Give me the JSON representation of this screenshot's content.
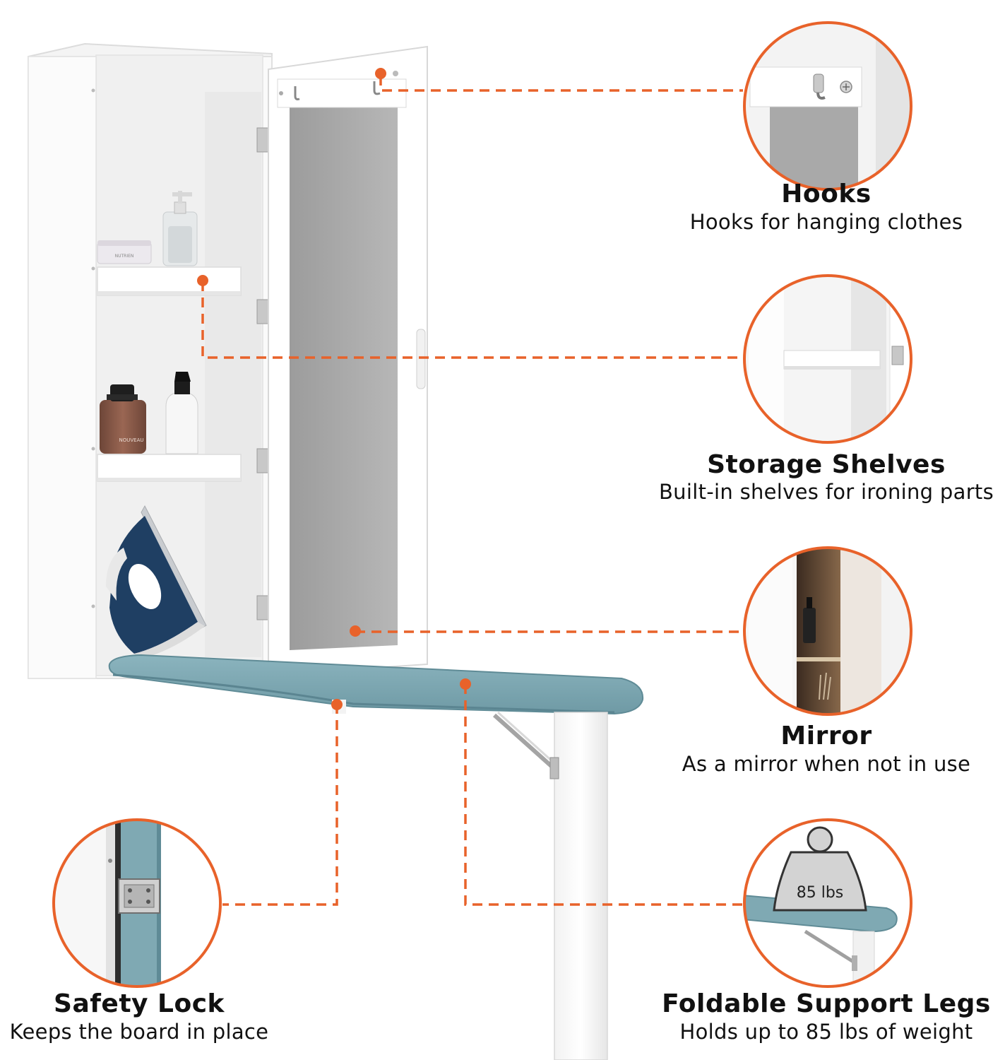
{
  "features": [
    {
      "id": "hooks",
      "title": "Hooks",
      "desc": "Hooks for hanging clothes"
    },
    {
      "id": "storage",
      "title": "Storage Shelves",
      "desc": "Built-in shelves for ironing parts"
    },
    {
      "id": "mirror",
      "title": "Mirror",
      "desc": "As a mirror when not in use"
    },
    {
      "id": "safety",
      "title": "Safety Lock",
      "desc": "Keeps the board in place"
    },
    {
      "id": "legs",
      "title": "Foldable Support Legs",
      "desc": "Holds up to 85 lbs of weight"
    }
  ],
  "weight_badge": "85 lbs",
  "product_labels": {
    "bottle_brand": "NOUVEAU",
    "jar_label": "NUTRIEN"
  },
  "colors": {
    "accent": "#e8622a",
    "board": "#7fa9b3",
    "cabinet": "#ffffff",
    "mirror": "#a9a9a9",
    "iron": "#1f3f63"
  }
}
